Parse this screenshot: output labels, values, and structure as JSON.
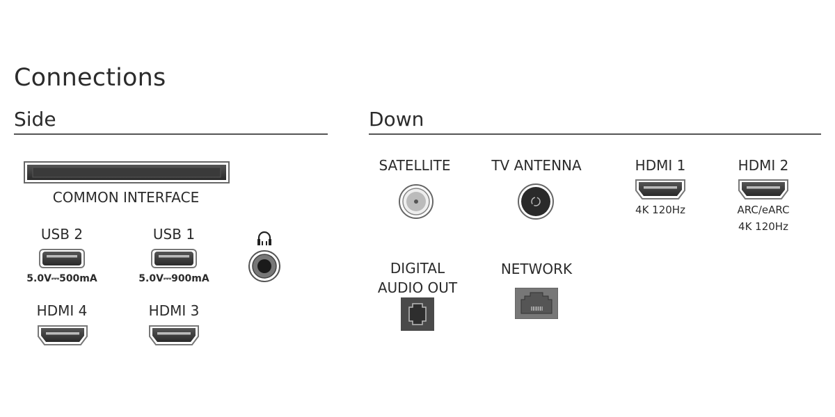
{
  "title": "Connections",
  "side": {
    "heading": "Side",
    "common_interface": "COMMON INTERFACE",
    "usb2": {
      "label": "USB 2",
      "spec": "5.0V⎓500mA"
    },
    "usb1": {
      "label": "USB 1",
      "spec": "5.0V⎓900mA"
    },
    "headphone_icon": "headphone-icon",
    "hdmi4": {
      "label": "HDMI 4"
    },
    "hdmi3": {
      "label": "HDMI 3"
    }
  },
  "down": {
    "heading": "Down",
    "satellite": "SATELLITE",
    "tv_antenna": "TV ANTENNA",
    "hdmi1": {
      "label": "HDMI 1",
      "spec": "4K 120Hz"
    },
    "hdmi2": {
      "label": "HDMI 2",
      "spec1": "ARC/eARC",
      "spec2": "4K 120Hz"
    },
    "digital_audio_line1": "DIGITAL",
    "digital_audio_line2": "AUDIO OUT",
    "network": "NETWORK"
  }
}
